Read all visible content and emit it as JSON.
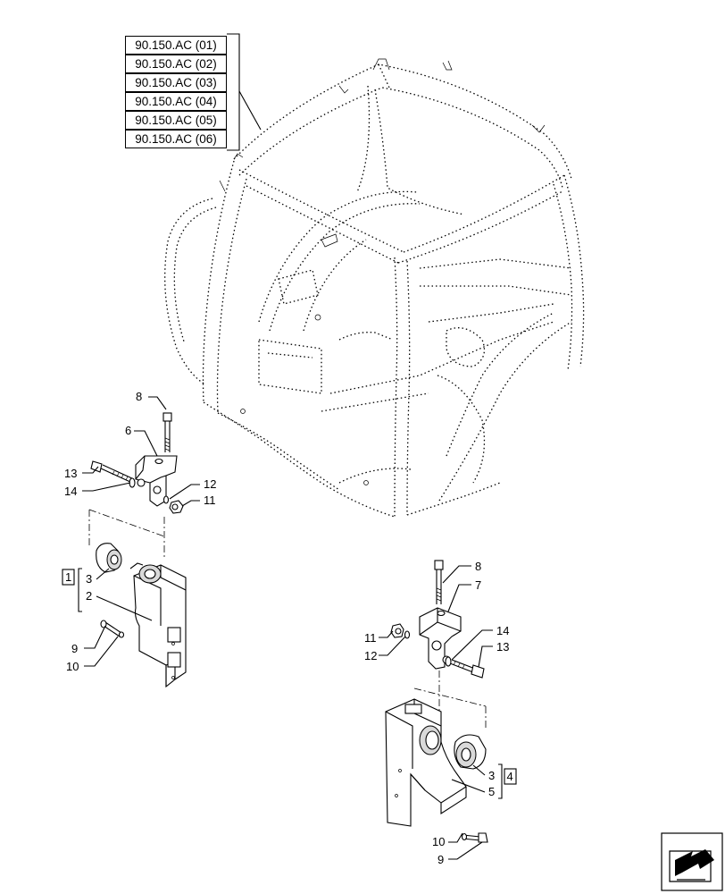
{
  "references": [
    "90.150.AC (01)",
    "90.150.AC (02)",
    "90.150.AC (03)",
    "90.150.AC (04)",
    "90.150.AC (05)",
    "90.150.AC (06)"
  ],
  "callouts_left": {
    "c8": "8",
    "c6": "6",
    "c13": "13",
    "c14": "14",
    "c12": "12",
    "c11": "11",
    "c3": "3",
    "c2": "2",
    "c9": "9",
    "c10": "10"
  },
  "assembly_left": "1",
  "callouts_right": {
    "c8": "8",
    "c7": "7",
    "c11": "11",
    "c12": "12",
    "c14": "14",
    "c13": "13",
    "c3": "3",
    "c5": "5",
    "c10": "10",
    "c9": "9"
  },
  "assembly_right": "4",
  "nav_icon": "next-page-arrow-icon"
}
